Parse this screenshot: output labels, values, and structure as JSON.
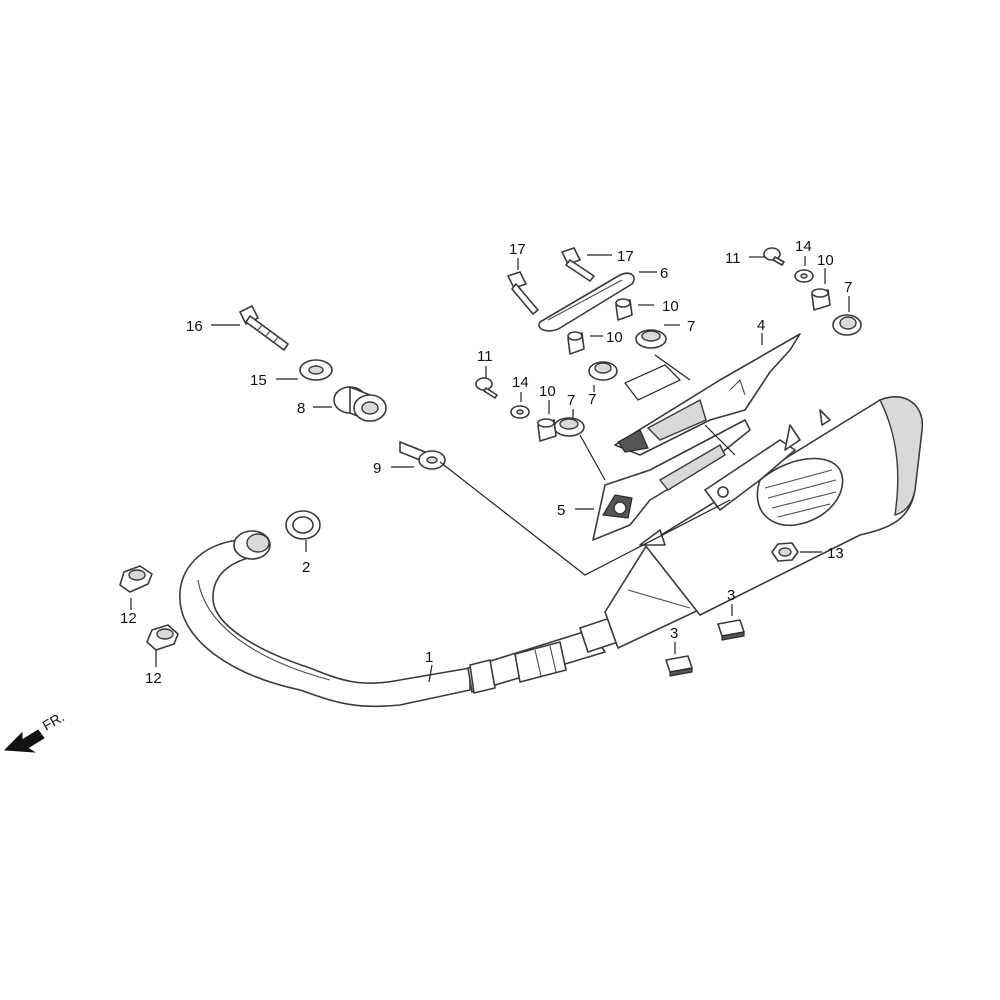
{
  "callouts": [
    {
      "id": "c1",
      "text": "1"
    },
    {
      "id": "c2",
      "text": "2"
    },
    {
      "id": "c3a",
      "text": "3"
    },
    {
      "id": "c3b",
      "text": "3"
    },
    {
      "id": "c4",
      "text": "4"
    },
    {
      "id": "c5",
      "text": "5"
    },
    {
      "id": "c6",
      "text": "6"
    },
    {
      "id": "c7a",
      "text": "7"
    },
    {
      "id": "c7b",
      "text": "7"
    },
    {
      "id": "c7c",
      "text": "7"
    },
    {
      "id": "c7d",
      "text": "7"
    },
    {
      "id": "c8",
      "text": "8"
    },
    {
      "id": "c9",
      "text": "9"
    },
    {
      "id": "c10a",
      "text": "10"
    },
    {
      "id": "c10b",
      "text": "10"
    },
    {
      "id": "c10c",
      "text": "10"
    },
    {
      "id": "c10d",
      "text": "10"
    },
    {
      "id": "c11a",
      "text": "11"
    },
    {
      "id": "c11b",
      "text": "11"
    },
    {
      "id": "c12a",
      "text": "12"
    },
    {
      "id": "c12b",
      "text": "12"
    },
    {
      "id": "c13",
      "text": "13"
    },
    {
      "id": "c14a",
      "text": "14"
    },
    {
      "id": "c14b",
      "text": "14"
    },
    {
      "id": "c15",
      "text": "15"
    },
    {
      "id": "c16",
      "text": "16"
    },
    {
      "id": "c17a",
      "text": "17"
    },
    {
      "id": "c17b",
      "text": "17"
    }
  ],
  "direction_indicator": {
    "text": "FR.",
    "icon": "front-arrow-icon"
  }
}
